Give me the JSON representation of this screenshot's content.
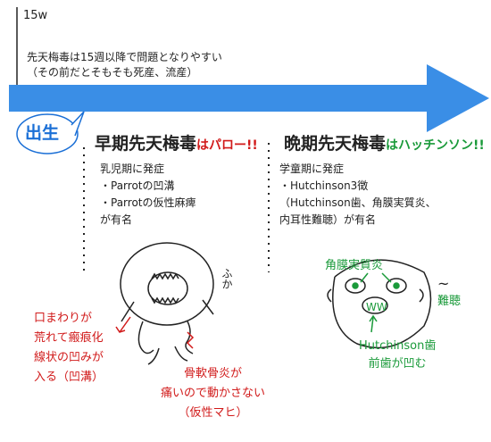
{
  "timeline": {
    "week_label": "15w",
    "note_lines": "先天梅毒は15週以降で問題となりやすい\n（その前だとそもそも死産、流産）",
    "arrow_color": "#3a8ee6"
  },
  "birth_label": "出生",
  "early": {
    "title": "早期先天梅毒",
    "title_suffix": "はパロー!!",
    "body": "乳児期に発症\n・Parrotの凹溝\n・Parrotの仮性麻痺\nが有名"
  },
  "late": {
    "title": "晩期先天梅毒",
    "title_suffix": "はハッチンソン!!",
    "body": "学童期に発症\n・Hutchinson3徴\n（Hutchinson歯、角膜実質炎、\n内耳性難聴）が有名"
  },
  "annotations": {
    "mouth_note": "口まわりが\n荒れて瘢痕化\n線状の凹みが\n入る（凹溝）",
    "bone_note": "骨軟骨炎が\n痛いので動かさない\n（仮性マヒ）",
    "fuka": "ふか",
    "cornea": "角膜実質炎",
    "hearing": "難聴",
    "tooth_label": "Hutchinson歯\n前歯が凹む",
    "teeth_glyph": "WW",
    "tilde": "~"
  },
  "colors": {
    "red": "#d11a1a",
    "green": "#1a9a3a",
    "blue": "#3a8ee6"
  }
}
